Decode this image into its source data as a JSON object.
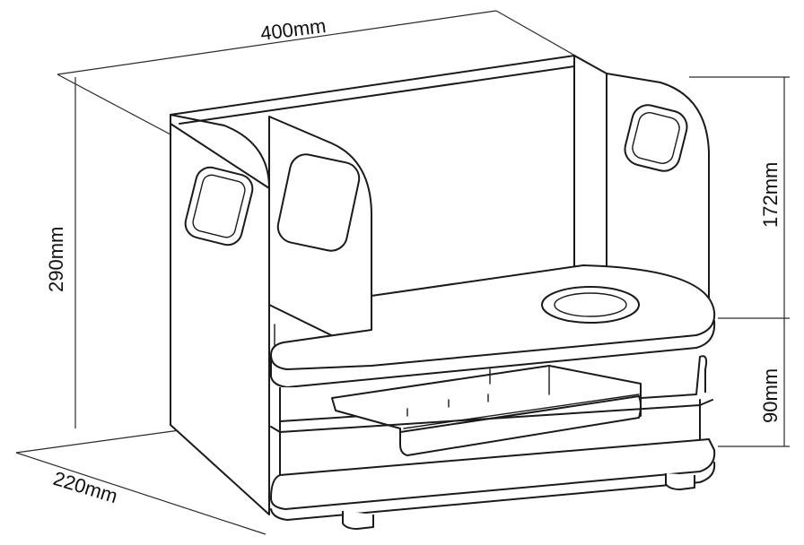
{
  "dimensions": {
    "width": "400mm",
    "depth": "220mm",
    "height": "290mm",
    "upper_height": "172mm",
    "lower_height": "90mm"
  },
  "colors": {
    "line": "#1a1a1a",
    "background": "#ffffff"
  }
}
